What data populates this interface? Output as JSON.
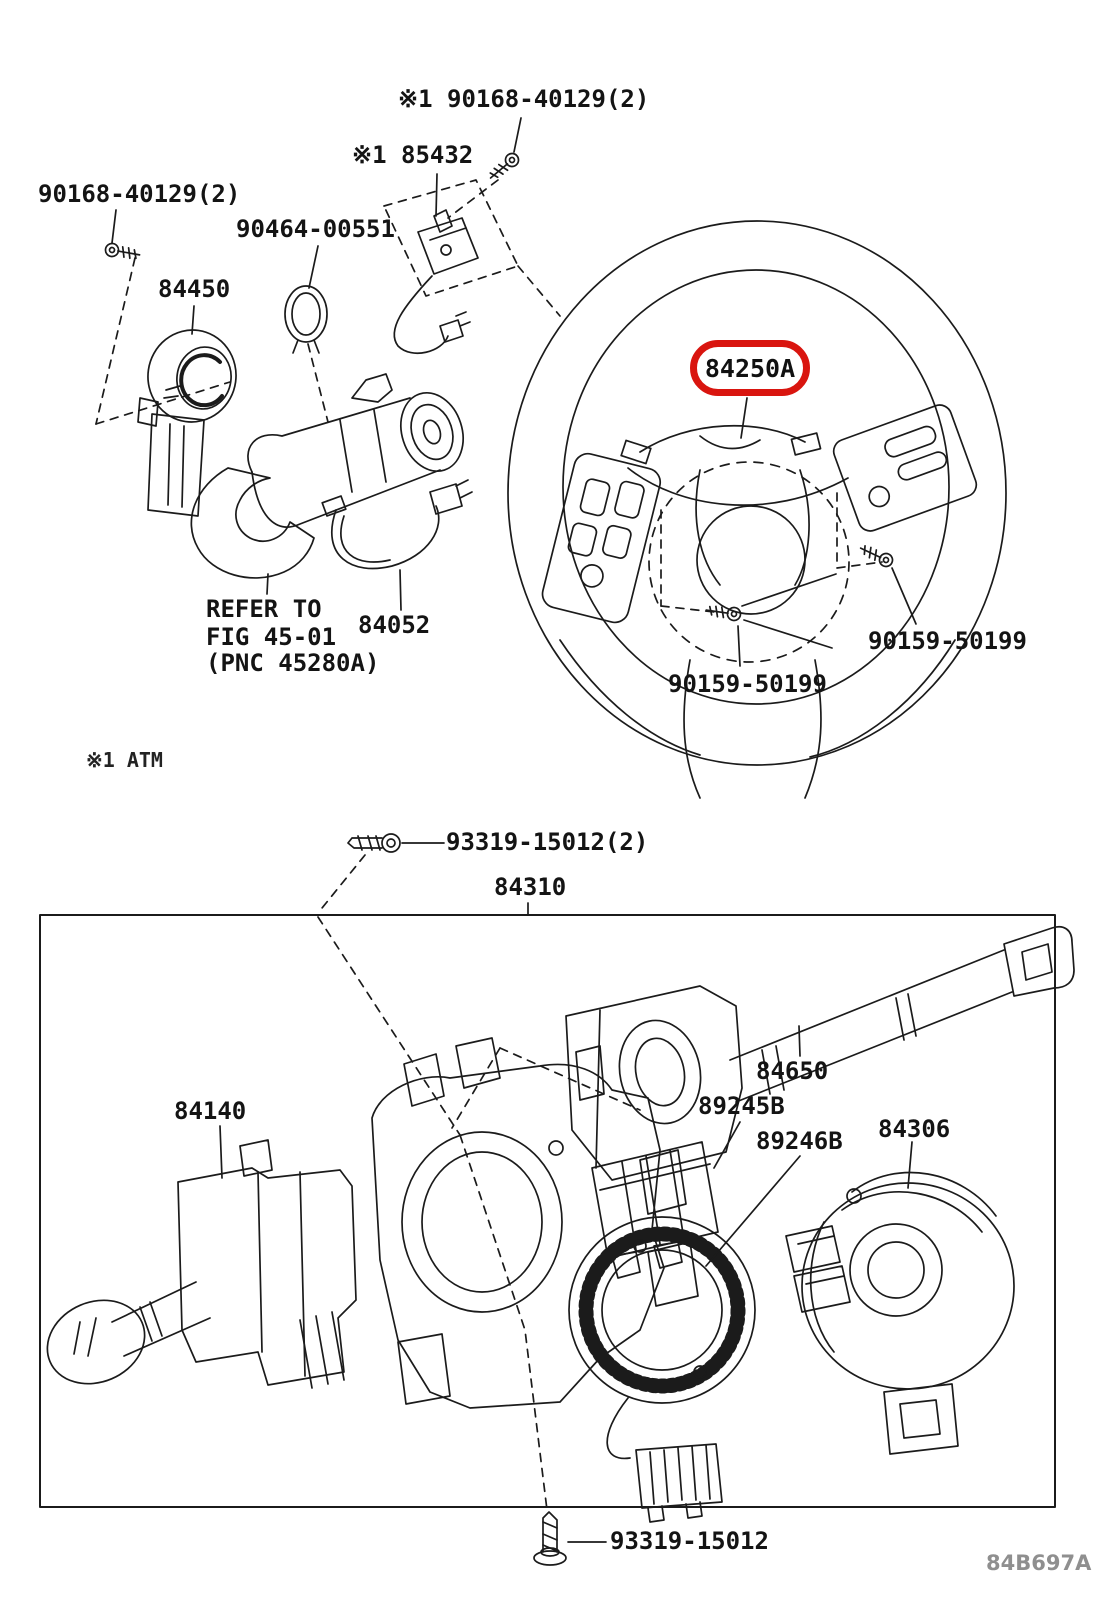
{
  "figure": {
    "code": "84B697A",
    "note_atm": "※1 ATM"
  },
  "colors": {
    "highlight": "#d9150f",
    "line": "#1b1b1b"
  },
  "parts": {
    "screw_top": "※1 90168-40129(2)",
    "p85432": "※1 85432",
    "screw_left": "90168-40129(2)",
    "p90464": "90464-00551",
    "p84450": "84450",
    "p84250a": "84250A",
    "refer1": "REFER TO",
    "refer2": "FIG 45-01",
    "refer3": "(PNC 45280A)",
    "p84052": "84052",
    "p90159_right": "90159-50199",
    "p90159_center": "90159-50199",
    "screw_93319_top": "93319-15012(2)",
    "p84310": "84310",
    "p84140": "84140",
    "p84650": "84650",
    "p89245b": "89245B",
    "p89246b": "89246B",
    "p84306": "84306",
    "screw_93319_bottom": "93319-15012"
  }
}
